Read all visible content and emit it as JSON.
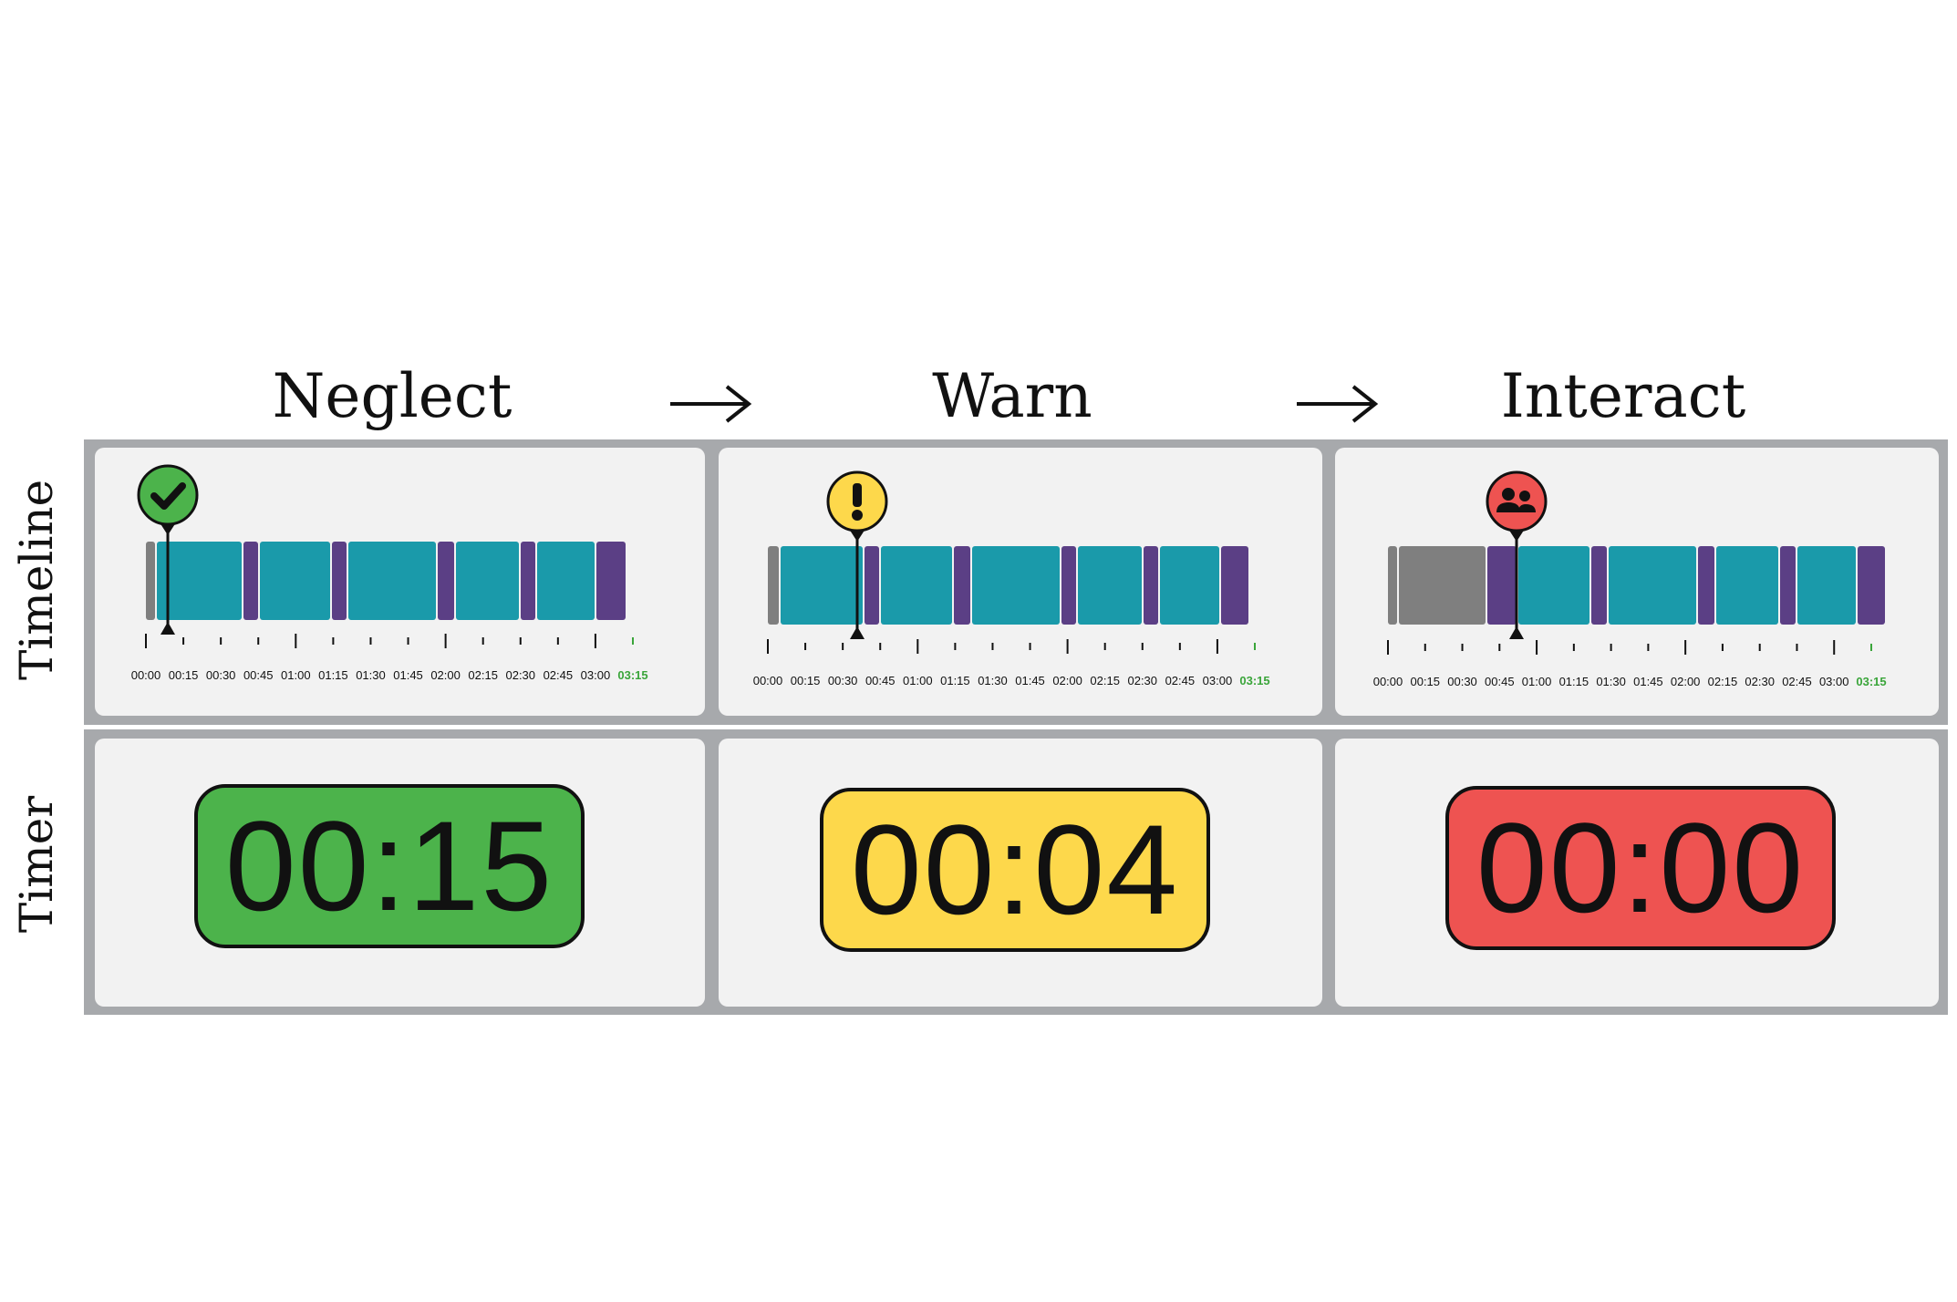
{
  "stages": [
    {
      "title": "Neglect",
      "timer": "00:15",
      "color": "#4cb34b",
      "marker": "check-icon",
      "progress": "00:15"
    },
    {
      "title": "Warn",
      "timer": "00:04",
      "color": "#fdd84b",
      "marker": "exclamation-icon",
      "progress": "00:30"
    },
    {
      "title": "Interact",
      "timer": "00:00",
      "color": "#ee5351",
      "marker": "people-icon",
      "progress": "00:45"
    }
  ],
  "row_labels": {
    "timeline": "Timeline",
    "timer": "Timer"
  },
  "ticks": [
    "00:00",
    "00:15",
    "00:30",
    "00:45",
    "01:00",
    "01:15",
    "01:30",
    "01:45",
    "02:00",
    "02:15",
    "02:30",
    "02:45",
    "03:00",
    "03:15"
  ],
  "colors": {
    "segment_teal": "#1a9aaa",
    "segment_purple": "#5b3f85",
    "segment_gray": "#7f7f7f",
    "frame": "#a7a9ac",
    "cell": "#f2f2f2",
    "last_tick": "#3aa53a"
  }
}
